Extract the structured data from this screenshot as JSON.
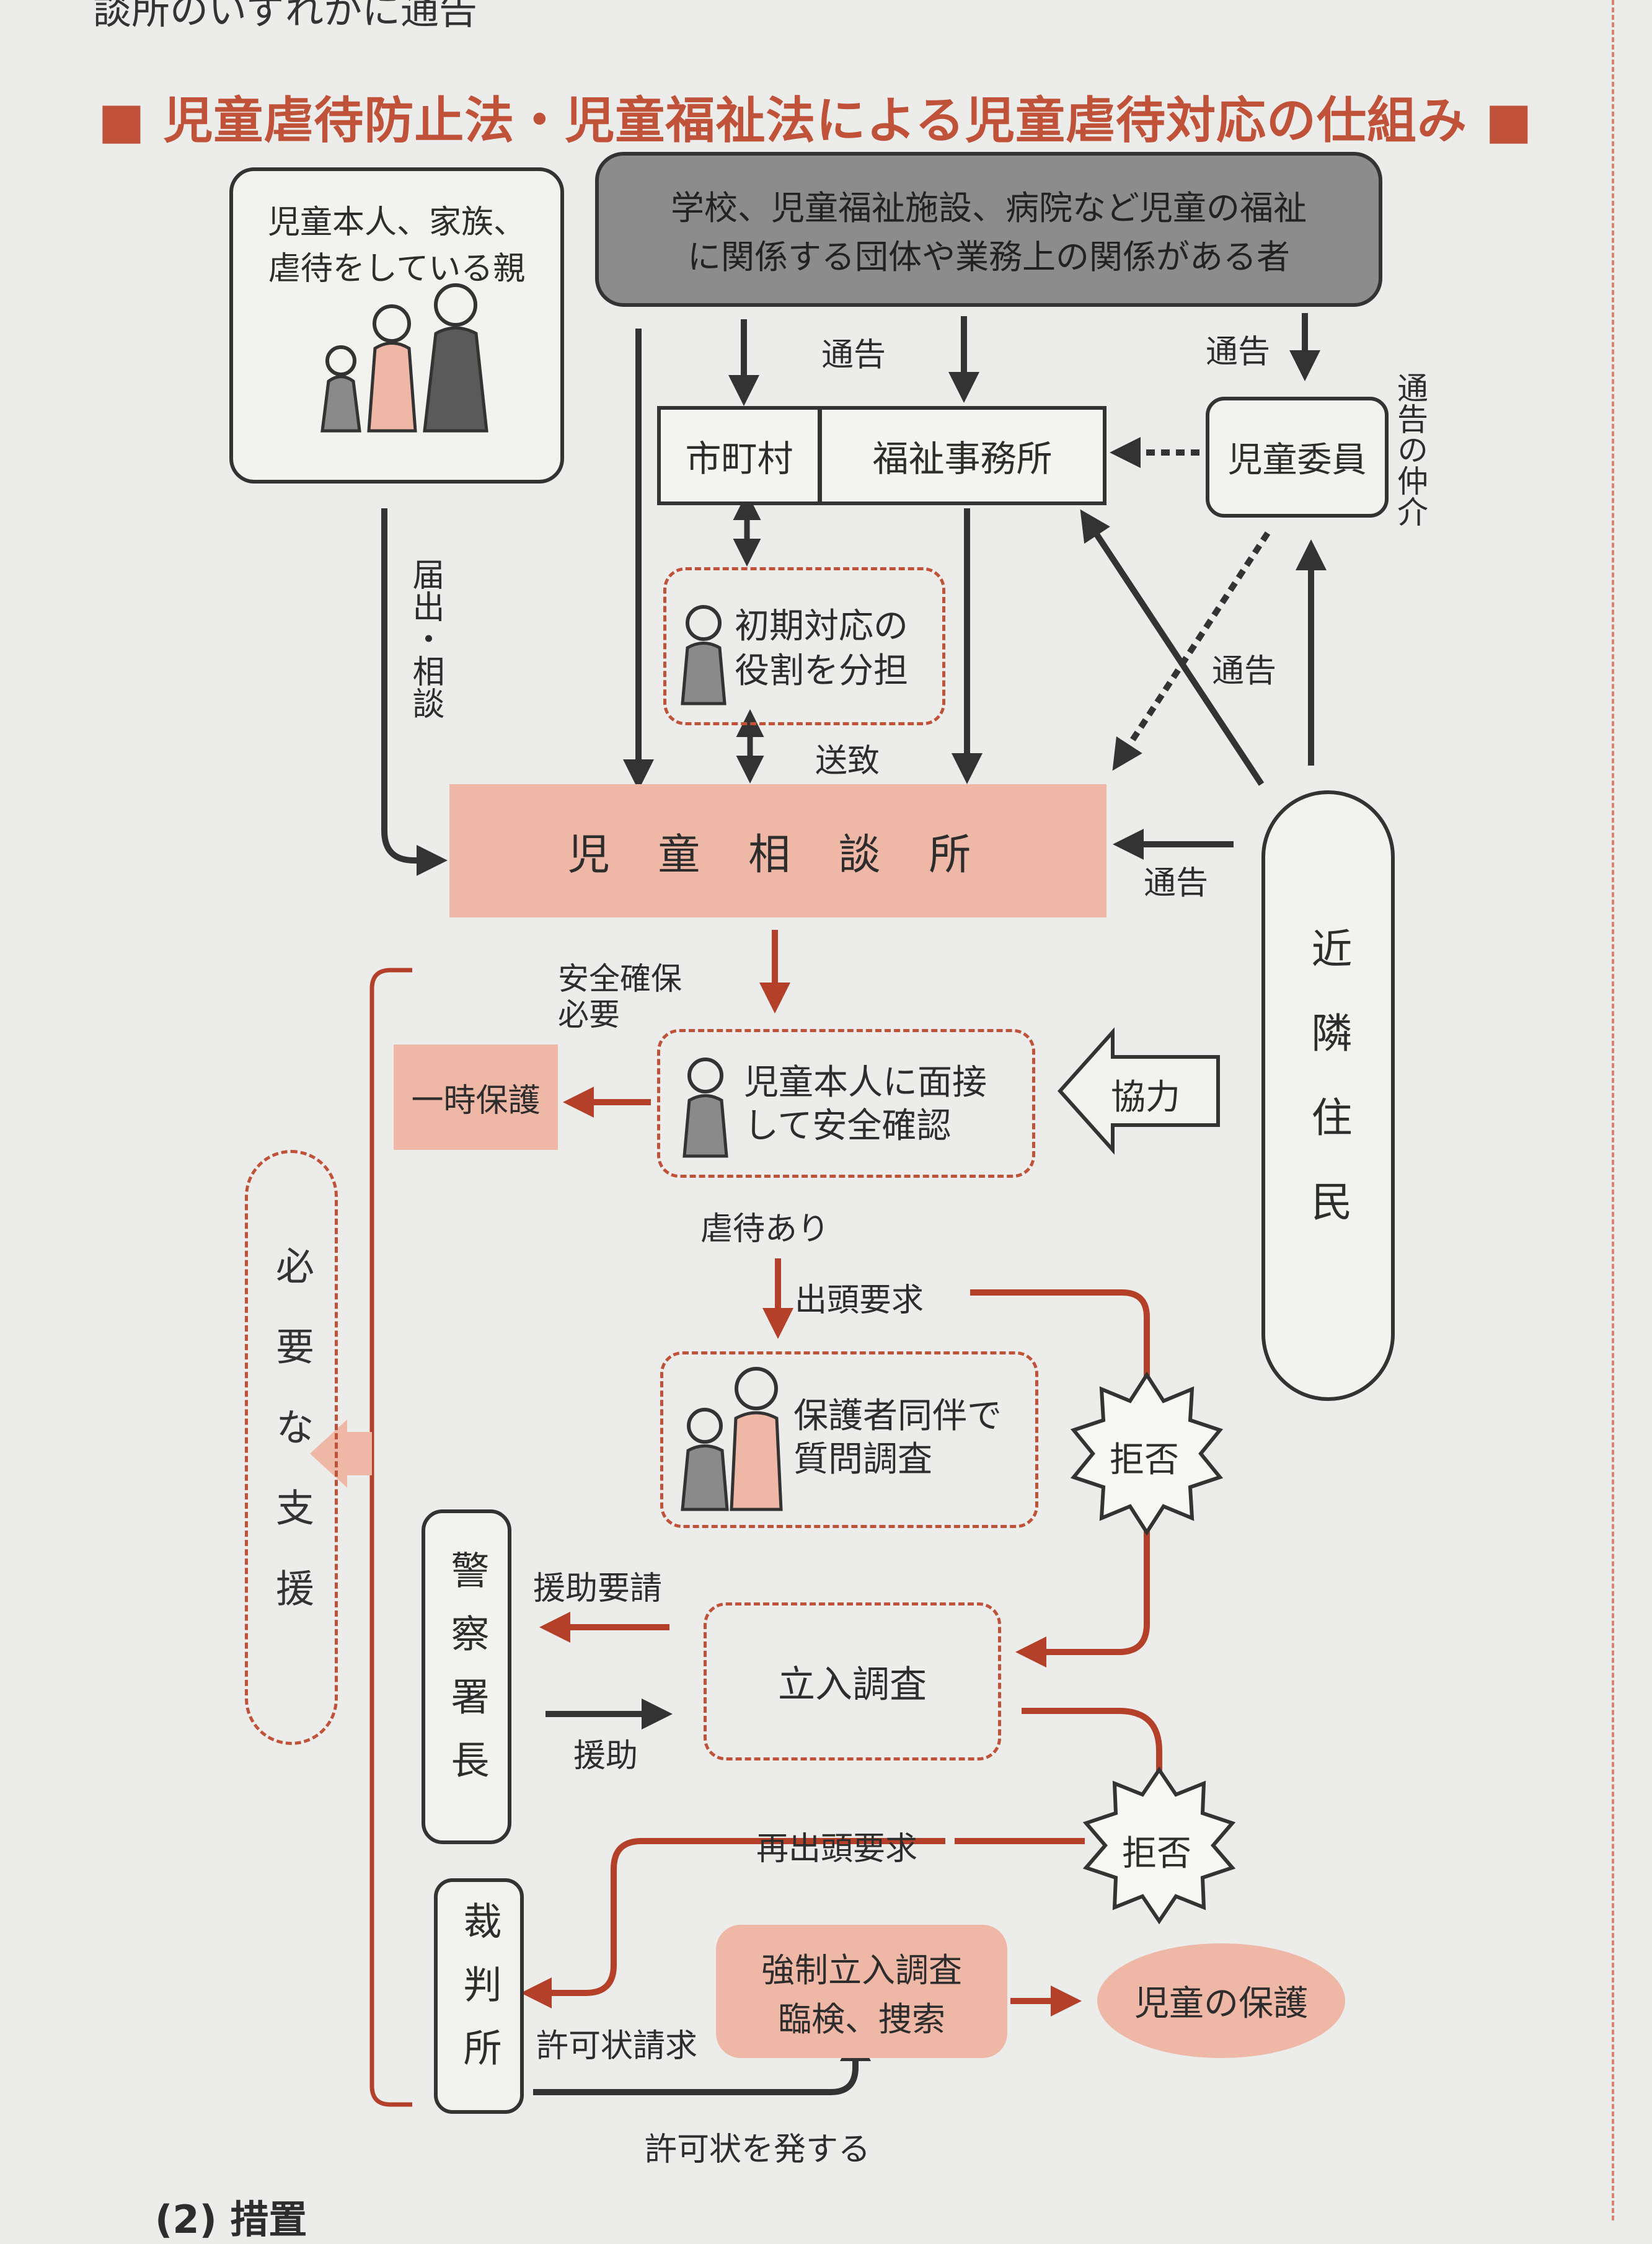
{
  "header": {
    "prev_line": "談所のいずれかに通告",
    "title": "■ 児童虐待防止法・児童福祉法による児童虐待対応の仕組み ■"
  },
  "nodes": {
    "family": {
      "line1": "児童本人、家族、",
      "line2": "虐待をしている親"
    },
    "school": {
      "line1": "学校、児童福祉施設、病院など児童の福祉",
      "line2": "に関係する団体や業務上の関係がある者"
    },
    "municipality": "市町村",
    "welfare_office": "福祉事務所",
    "commissioner": "児童委員",
    "initial": {
      "line1": "初期対応の",
      "line2": "役割を分担"
    },
    "consultation_center": "児 童 相 談 所",
    "neighbors": "近隣住民",
    "temporary_protection": "一時保護",
    "interview": {
      "line1": "児童本人に面接",
      "line2": "して安全確認"
    },
    "cooperation": "協力",
    "questioning": {
      "line1": "保護者同伴で",
      "line2": "質問調査"
    },
    "refusal_1": "拒否",
    "refusal_2": "拒否",
    "police": "警察署長",
    "inspection": "立入調査",
    "court": "裁判所",
    "forced": {
      "line1": "強制立入調査",
      "line2": "臨検、捜索"
    },
    "child_protection": "児童の保護",
    "support": "必要な支援"
  },
  "labels": {
    "notify_top": "通告",
    "notify_right": "通告",
    "mediation": "通告の仲介",
    "report_consult": "届出・相談",
    "notify_cross": "通告",
    "transfer": "送致",
    "notify_neighbor": "通告",
    "safety_needed_1": "安全確保",
    "safety_needed_2": "必要",
    "abuse_found": "虐待あり",
    "appearance_request": "出頭要求",
    "assist_request": "援助要請",
    "assist": "援助",
    "reappearance_request": "再出頭要求",
    "warrant_request": "許可状請求",
    "warrant_issue": "許可状を発する"
  },
  "footer": {
    "next_heading": "(2) 措置"
  },
  "colors": {
    "accent": "#c0523a",
    "salmon_fill": "#efb7a6",
    "dark_gray": "#2d2d2d",
    "gray_fill": "#6f6f6f",
    "background": "#ecedea"
  }
}
